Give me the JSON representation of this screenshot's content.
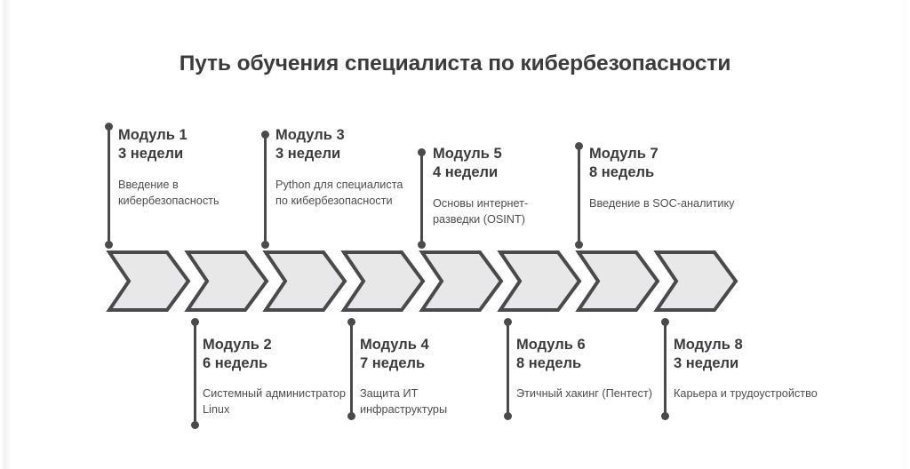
{
  "page": {
    "title": "Путь обучения специалиста по кибербезопасности",
    "accent_line_color": "#4a4a4c",
    "chevron_fill": "#e8e8e8",
    "chevron_stroke": "#4a4a4c",
    "title_color": "#3b3b3d",
    "background": "#ffffff"
  },
  "modules": [
    {
      "position": "top",
      "name": "Модуль 1",
      "duration": "3 недели",
      "description": "Введение в кибербезопасность"
    },
    {
      "position": "bottom",
      "name": "Модуль 2",
      "duration": "6 недель",
      "description": "Системный администратор Linux"
    },
    {
      "position": "top",
      "name": "Модуль 3",
      "duration": "3 недели",
      "description": "Python для специалиста по кибербезопасности"
    },
    {
      "position": "bottom",
      "name": "Модуль 4",
      "duration": "7 недель",
      "description": "Защита ИТ инфраструктуры"
    },
    {
      "position": "top",
      "name": "Модуль 5",
      "duration": "4 недели",
      "description": "Основы интернет-разведки (OSINT)"
    },
    {
      "position": "bottom",
      "name": "Модуль 6",
      "duration": "8 недель",
      "description": "Этичный хакинг (Пентест)"
    },
    {
      "position": "top",
      "name": "Модуль 7",
      "duration": "8 недель",
      "description": "Введение в SOC-аналитику"
    },
    {
      "position": "bottom",
      "name": "Модуль 8",
      "duration": "3 недели",
      "description": "Карьера и трудоустройство"
    }
  ],
  "chevrons": [
    {
      "index": 1,
      "label": "Модуль 1"
    },
    {
      "index": 2,
      "label": "Модуль 2"
    },
    {
      "index": 3,
      "label": "Модуль 3"
    },
    {
      "index": 4,
      "label": "Модуль 4"
    },
    {
      "index": 5,
      "label": "Модуль 5"
    },
    {
      "index": 6,
      "label": "Модуль 6"
    },
    {
      "index": 7,
      "label": "Модуль 7"
    },
    {
      "index": 8,
      "label": "Модуль 8"
    }
  ]
}
